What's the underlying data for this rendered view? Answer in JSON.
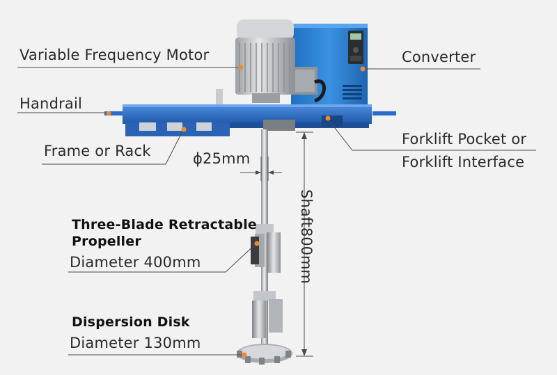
{
  "labels": {
    "motor": "Variable Frequency Motor",
    "converter": "Converter",
    "handrail": "Handrail",
    "frame": "Frame or Rack",
    "forklift_line1": "Forklift Pocket or",
    "forklift_line2": "Forklift Interface",
    "shaft_dia": "ϕ25mm",
    "shaft_len": "Shaft800mm",
    "propeller_line1": "Three-Blade Retractable",
    "propeller_line2": "Propeller",
    "propeller_dia": "Diameter 400mm",
    "disk_title": "Dispersion Disk",
    "disk_dia": "Diameter 130mm"
  },
  "colors": {
    "frame_blue": "#2f6fcb",
    "converter_blue": "#2b86d9",
    "motor_gray": "#b9bcc1",
    "marker_orange": "#f08a2c",
    "leader_line": "#4a4a4a"
  }
}
